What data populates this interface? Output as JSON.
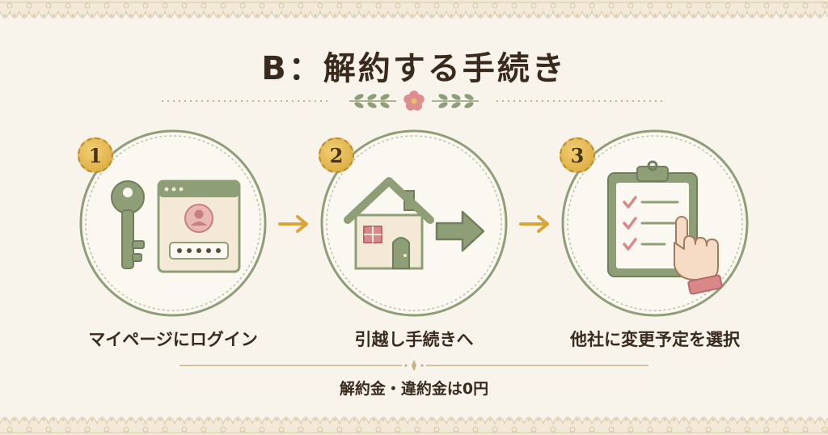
{
  "title": "B：解約する手続き",
  "steps": [
    {
      "number": "1",
      "label": "マイページにログイン"
    },
    {
      "number": "2",
      "label": "引越し手続きへ"
    },
    {
      "number": "3",
      "label": "他社に変更予定を選択"
    }
  ],
  "note": "解約金・違約金は0円",
  "colors": {
    "background": "#f8f4ec",
    "sage": "#8e9f78",
    "gold": "#d8a53a",
    "pink": "#d9888a",
    "cream": "#f3e9d6",
    "text": "#3a2a1e"
  },
  "icons": [
    "key-icon",
    "browser-login-icon",
    "house-icon",
    "right-arrow-icon",
    "clipboard-checklist-icon",
    "pointing-hand-icon",
    "flower-icon",
    "laurel-icon"
  ]
}
